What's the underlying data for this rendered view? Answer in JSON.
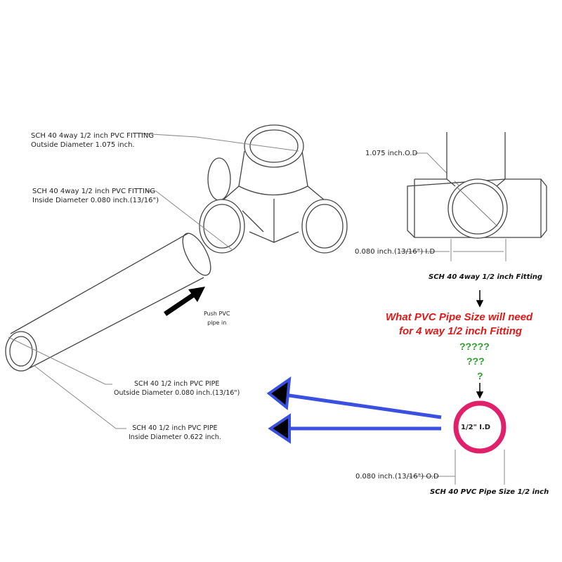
{
  "left_labels": {
    "fitting_od_line1": "SCH 40 4way 1/2 inch PVC FITTING",
    "fitting_od_line2": "Outside Diameter 1.075 inch.",
    "fitting_id_line1": "SCH 40 4way 1/2 inch PVC FITTING",
    "fitting_id_line2": "Inside Diameter 0.080 inch.(13/16\")",
    "push_line1": "Push PVC",
    "push_line2": "pipe in",
    "pipe_od_line1": "SCH 40 1/2  inch PVC PIPE",
    "pipe_od_line2": "Outside Diameter 0.080 inch.(13/16\")",
    "pipe_id_line1": "SCH 40 1/2 inch PVC PIPE",
    "pipe_id_line2": "Inside Diameter 0.622 inch."
  },
  "right_fitting": {
    "od_label": "1.075 inch.O.D",
    "id_label": "0.080 inch.(13/16\") I.D",
    "caption": "SCH 40 4way 1/2 inch Fitting"
  },
  "question": {
    "line1": "What PVC Pipe Size will need",
    "line2": "for 4 way  1/2 inch Fitting",
    "q1": "?????",
    "q2": "???",
    "q3": "?"
  },
  "pipe_section": {
    "center_label": "1/2\" I.D",
    "od_label": "0.080 inch.(13/16\") O.D",
    "caption": "SCH 40 PVC Pipe Size 1/2 inch"
  },
  "colors": {
    "red": "#e01818",
    "green": "#2aa02a",
    "pink": "#e0206a",
    "blue": "#3a50e0"
  }
}
